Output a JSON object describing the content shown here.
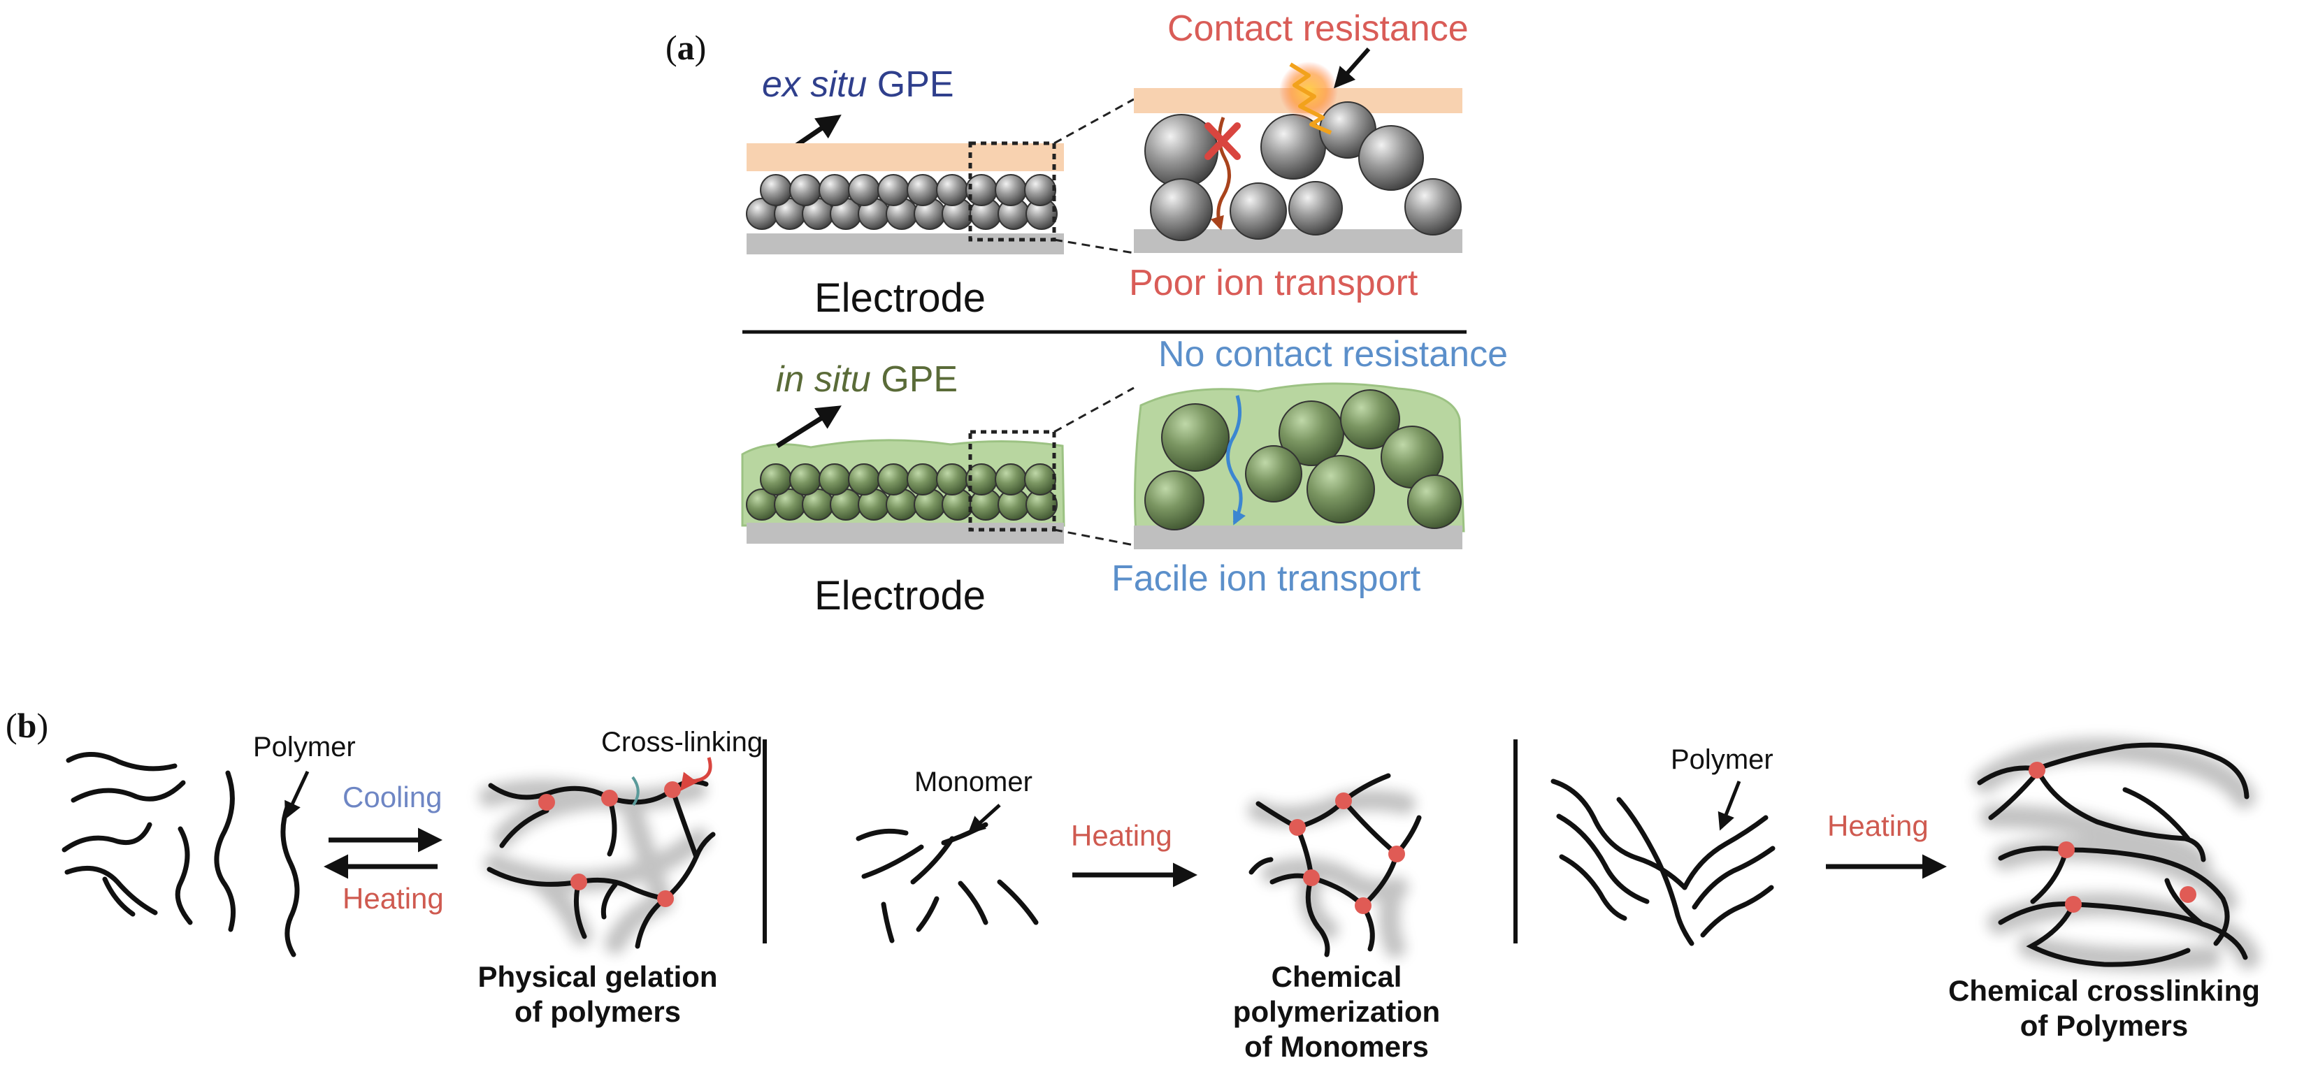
{
  "panel_a": {
    "label_open": "(",
    "label_letter": "a",
    "label_close": ")",
    "ex_situ": {
      "title_italic": "ex situ",
      "title_rest": " GPE",
      "electrode_label": "Electrode",
      "top_note": "Contact resistance",
      "bottom_note": "Poor ion transport"
    },
    "in_situ": {
      "title_italic": "in situ",
      "title_rest": " GPE",
      "electrode_label": "Electrode",
      "top_note": "No contact resistance",
      "bottom_note": "Facile ion transport"
    }
  },
  "panel_b": {
    "label_open": "(",
    "label_letter": "b",
    "label_close": ")",
    "physical": {
      "polymer_label": "Polymer",
      "forward_label": "Cooling",
      "reverse_label": "Heating",
      "crosslink_label": "Cross-linking",
      "caption_line1": "Physical gelation",
      "caption_line2": "of polymers"
    },
    "chemical_polymerization": {
      "monomer_label": "Monomer",
      "arrow_label": "Heating",
      "caption_line1": "Chemical",
      "caption_line2": "polymerization",
      "caption_line3": "of Monomers"
    },
    "chemical_crosslinking": {
      "polymer_label": "Polymer",
      "arrow_label": "Heating",
      "caption_line1": "Chemical crosslinking",
      "caption_line2": "of Polymers"
    }
  },
  "colors": {
    "ex_situ_blue": "#2f3f8c",
    "in_situ_green": "#5a6b38",
    "note_red": "#d95c57",
    "note_blue": "#5b8fca",
    "cooling_blue": "#6e86c4",
    "heating_red": "#cf5a50",
    "crosslink_dot": "#e05b55",
    "gel_green": "#b8d6a0",
    "orange_layer": "#f8d2b0",
    "electrode_gray": "#bfbfbf"
  }
}
